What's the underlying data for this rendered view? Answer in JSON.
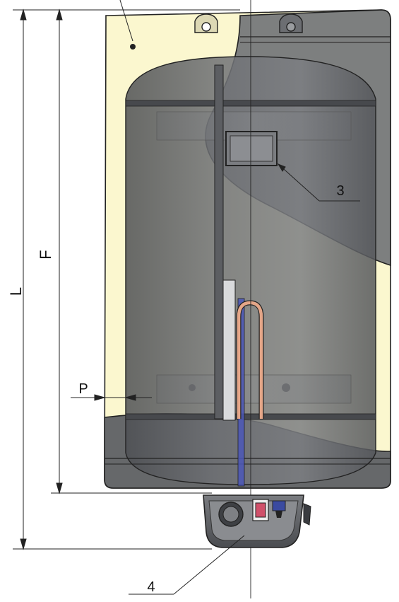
{
  "labels": {
    "length_total": "L",
    "length_flange": "F",
    "dimension_p": "P",
    "callout_3": "3",
    "callout_4": "4"
  },
  "colors": {
    "insulation": "#fbf7cf",
    "casing_outline": "#222222",
    "tank_shell": "#5a5c60",
    "anode_rod": "#d9dadc",
    "cold_pipe": "#4b57b8",
    "heating_element": "#d99a7a"
  }
}
